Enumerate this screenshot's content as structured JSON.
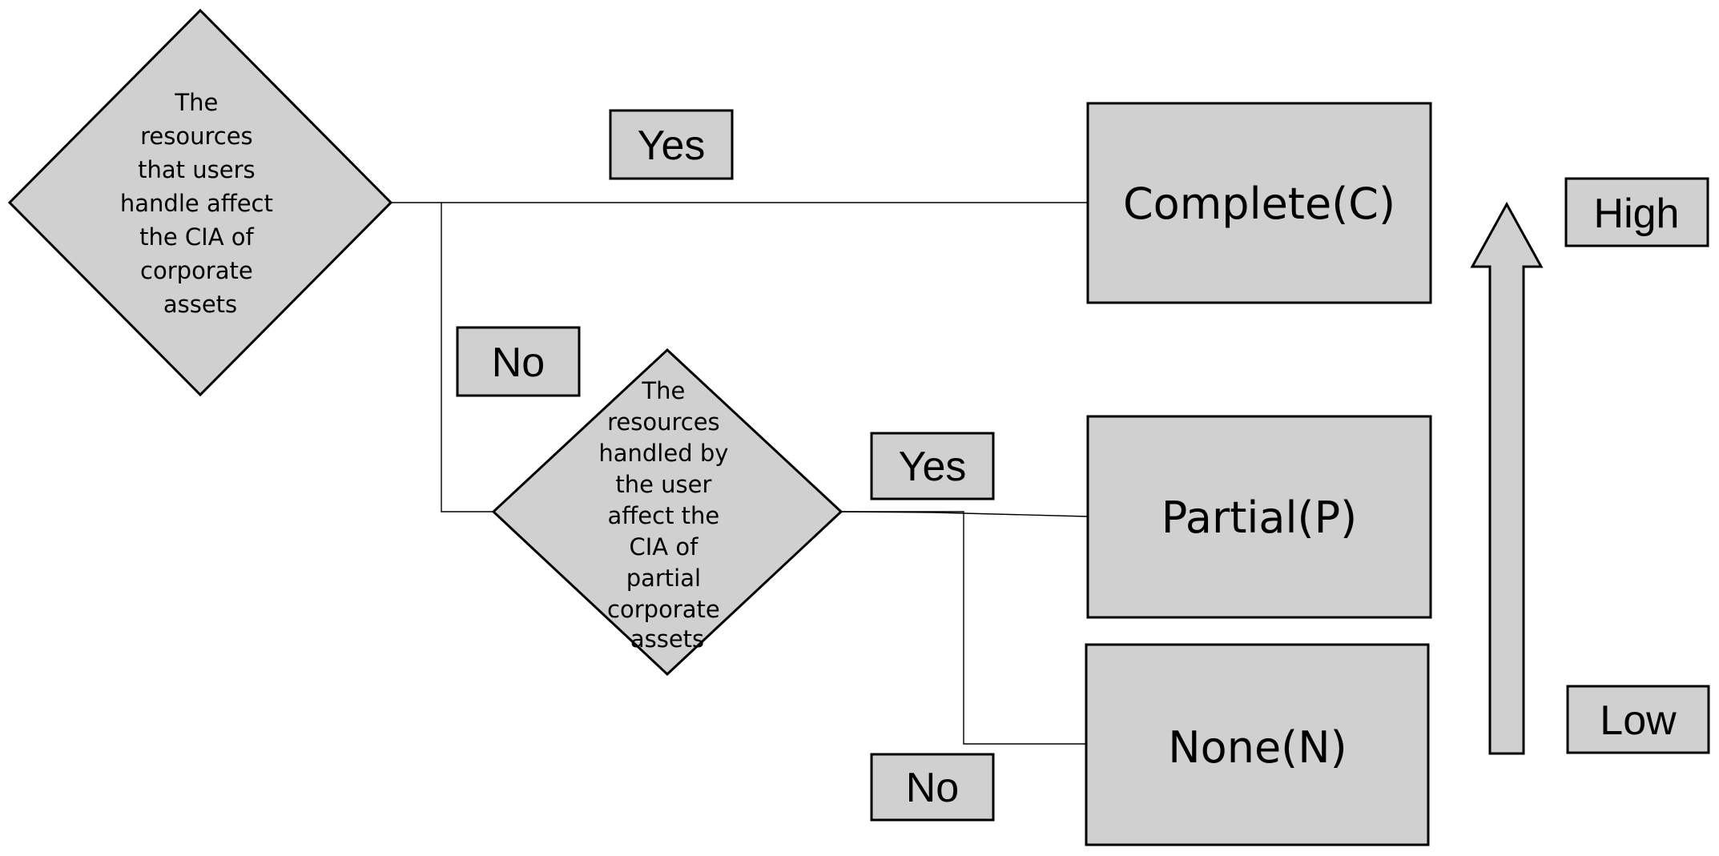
{
  "diagram": {
    "decision_1": {
      "lines": [
        "The",
        "resources",
        "that users",
        "handle affect",
        "the CIA of",
        "corporate",
        "assets"
      ]
    },
    "decision_2": {
      "lines": [
        "The",
        "resources",
        "handled by",
        "the user",
        "affect the",
        "CIA of",
        "partial",
        "corporate",
        "assets"
      ]
    },
    "edge_labels": {
      "yes_1": "Yes",
      "no_1": "No",
      "yes_2": "Yes",
      "no_2": "No"
    },
    "outcomes": {
      "complete": "Complete(C)",
      "partial": "Partial(P)",
      "none": "None(N)"
    },
    "scale": {
      "high": "High",
      "low": "Low"
    },
    "colors": {
      "fill": "#d1d0d1",
      "stroke": "#000000"
    }
  }
}
